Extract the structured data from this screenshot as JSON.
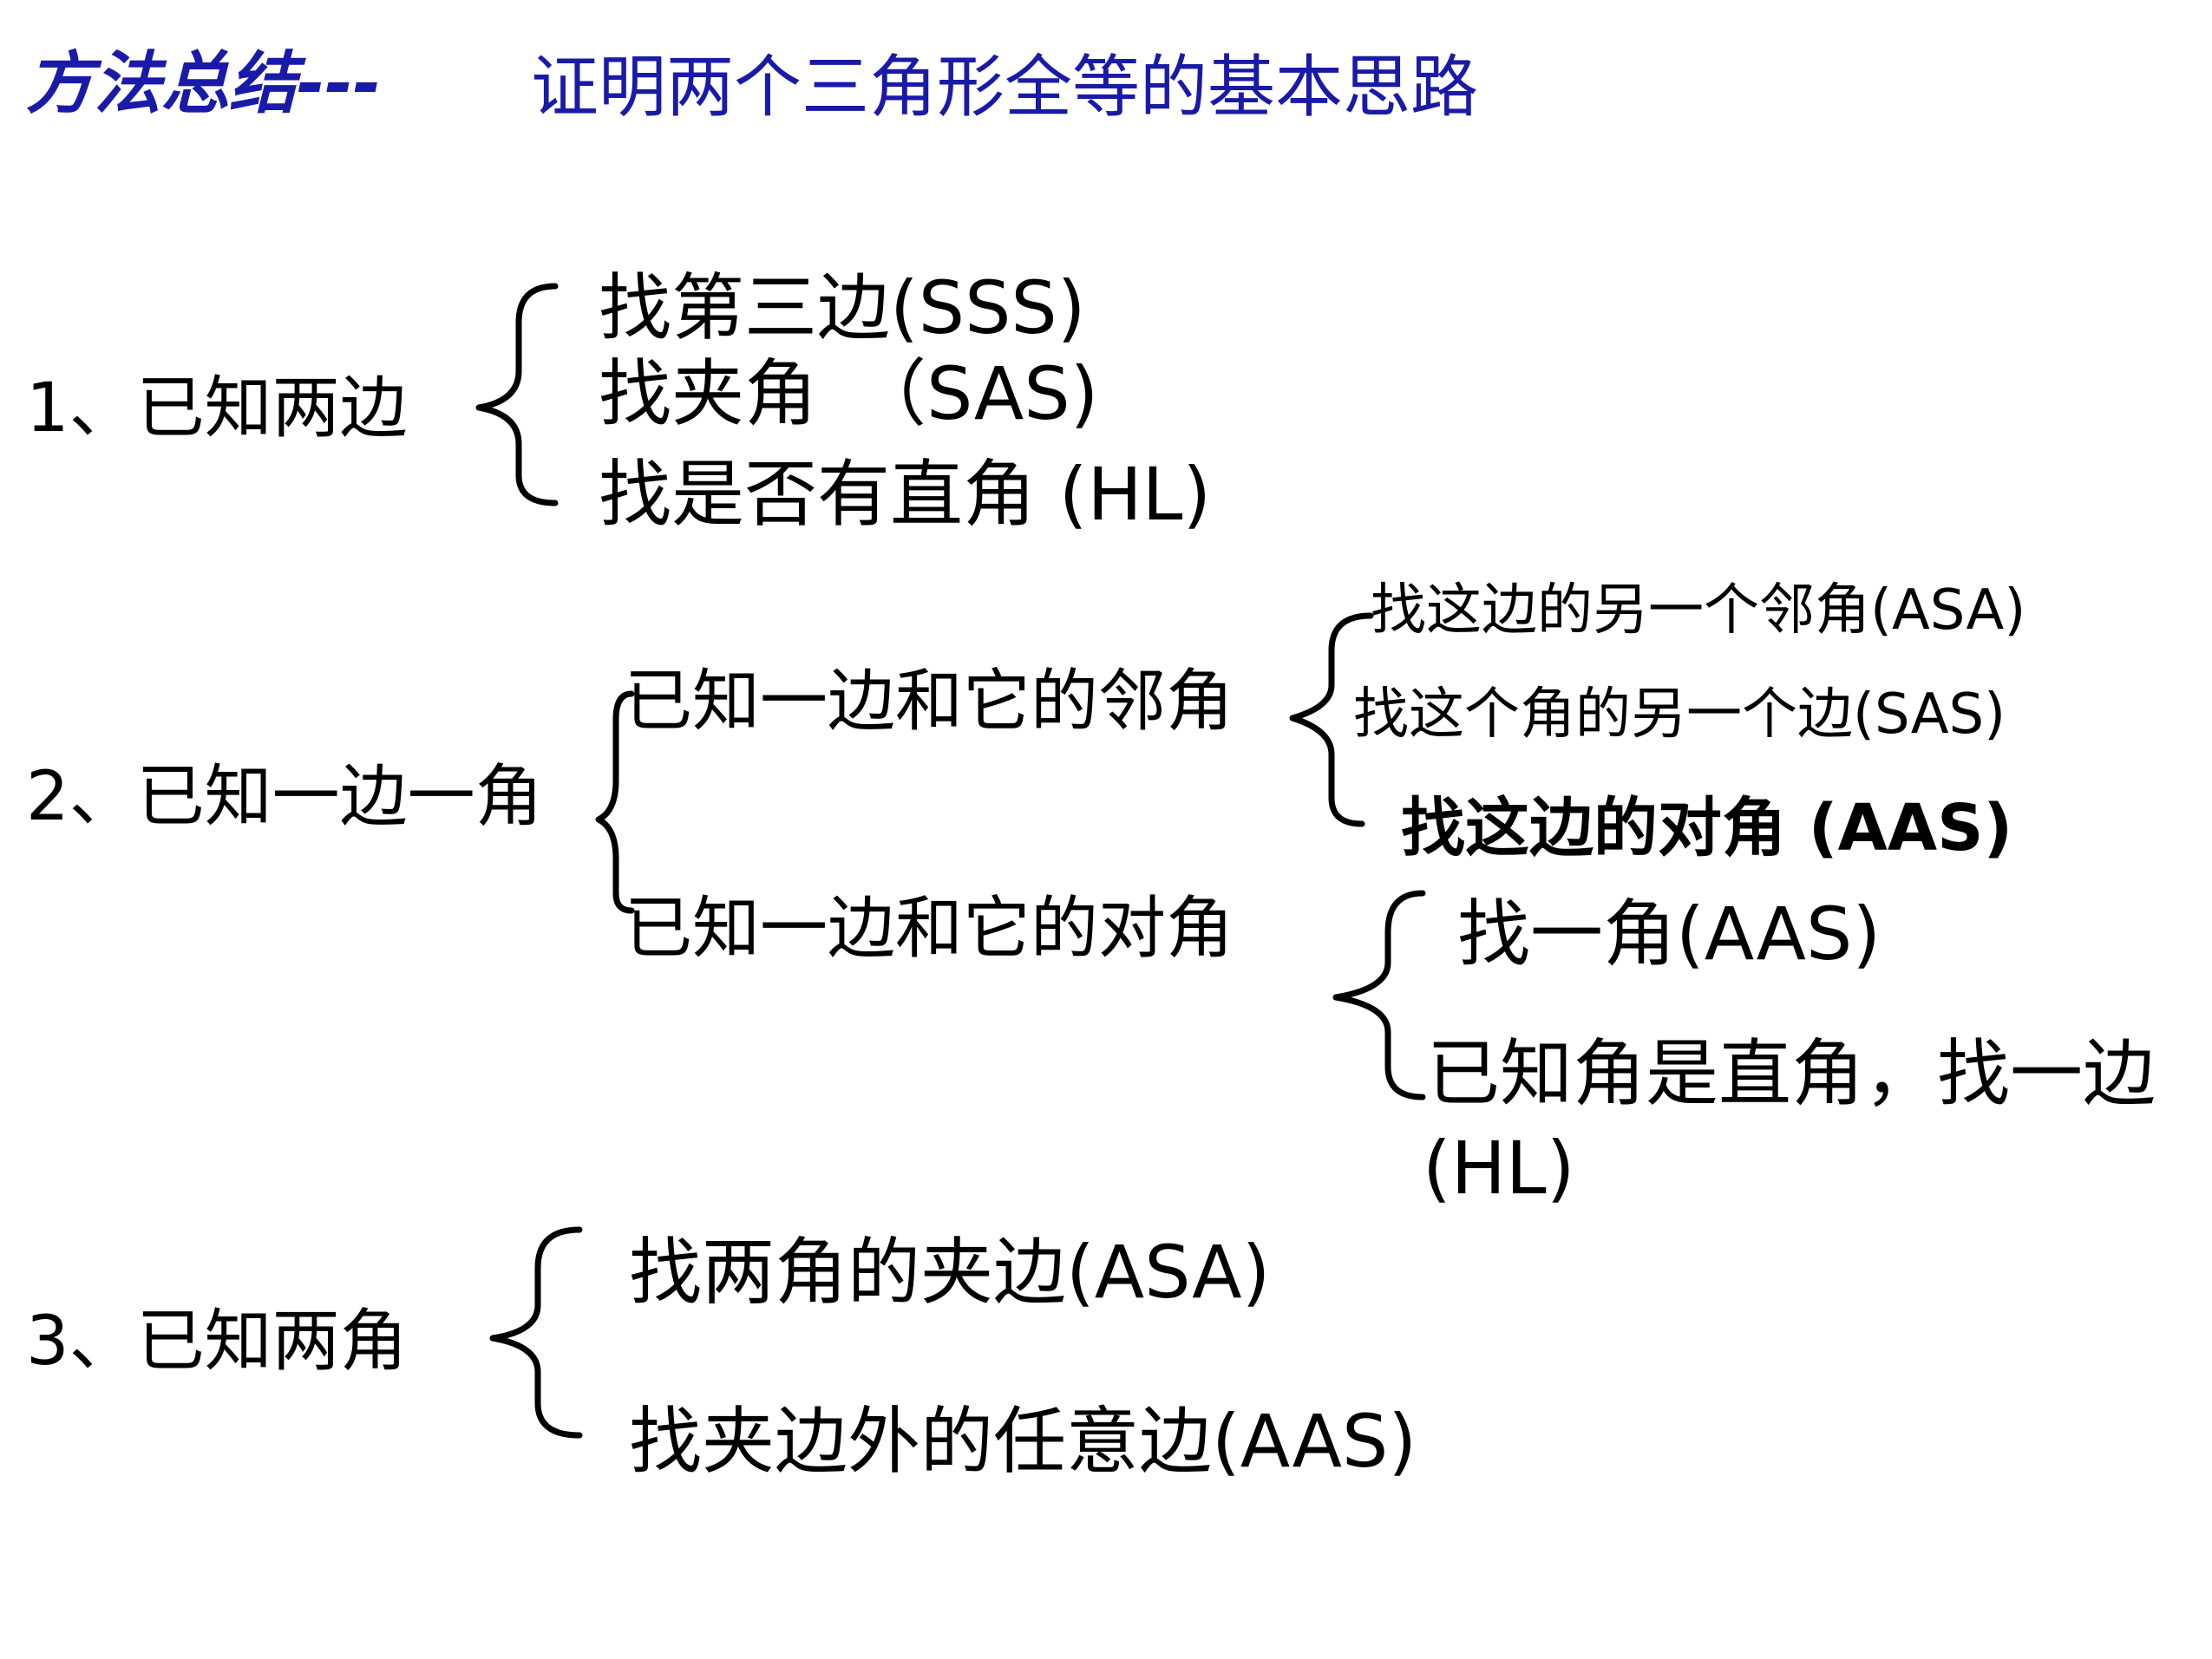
{
  "title": {
    "prefix": "方法总结---",
    "main": "证明两个三角形全等的基本思路"
  },
  "case1": {
    "label": "1、已知两边",
    "items": [
      "找第三边(SSS)",
      "找夹角　（SAS)",
      "找是否有直角 (HL)"
    ]
  },
  "case2": {
    "label": "2、已知一边一角",
    "sub1": {
      "label": "已知一边和它的邻角",
      "items": [
        "找这边的另一个邻角(ASA)",
        "找这个角的另一个边(SAS)",
        "找这边的对角 (AAS)"
      ]
    },
    "sub2": {
      "label": "已知一边和它的对角",
      "items": [
        "找一角(AAS)",
        "已知角是直角，找一边",
        "(HL)"
      ]
    }
  },
  "case3": {
    "label": "3、已知两角",
    "items": [
      "找两角的夹边(ASA)",
      "找夹边外的任意边(AAS)"
    ]
  },
  "colors": {
    "title": "#1a1aa8",
    "text": "#000000",
    "background": "#ffffff"
  }
}
